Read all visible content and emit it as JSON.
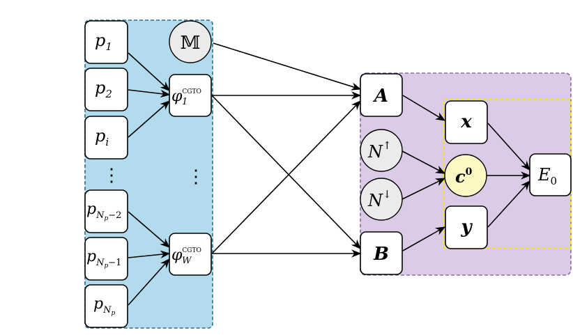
{
  "colors": {
    "left_panel": "#b2dcee",
    "left_panel_border": "#2a6a8a",
    "right_panel": "#dccbe6",
    "right_panel_border": "#8a6aa0",
    "inner_box_border": "#f5e800",
    "circle_grey": "#ebebeb",
    "circle_yellow": "#fbf8c4"
  },
  "nodes": {
    "p1": {
      "base": "p",
      "sub": "1"
    },
    "p2": {
      "base": "p",
      "sub": "2"
    },
    "pi": {
      "base": "p",
      "sub": "i"
    },
    "pNp2": {
      "base": "p",
      "sub": "N",
      "subsub": "p",
      "suffix": "−2"
    },
    "pNp1": {
      "base": "p",
      "sub": "N",
      "subsub": "p",
      "suffix": "−1"
    },
    "pNp": {
      "base": "p",
      "sub": "N",
      "subsub": "p",
      "suffix": ""
    },
    "M": {
      "label": "𝕄"
    },
    "phi1": {
      "base": "φ",
      "sup": "CGTO",
      "sub": "1"
    },
    "phiW": {
      "base": "φ",
      "sup": "CGTO",
      "sub": "W"
    },
    "A": {
      "label": "A"
    },
    "B": {
      "label": "B"
    },
    "Nup": {
      "base": "N",
      "sup": "↑"
    },
    "Ndown": {
      "base": "N",
      "sup": "↓"
    },
    "x": {
      "label": "x"
    },
    "y": {
      "label": "y"
    },
    "c0": {
      "base": "c",
      "sup": "0"
    },
    "E0": {
      "base": "E",
      "sub": "0"
    }
  },
  "ellipsis": {
    "vertical": "⋮"
  }
}
